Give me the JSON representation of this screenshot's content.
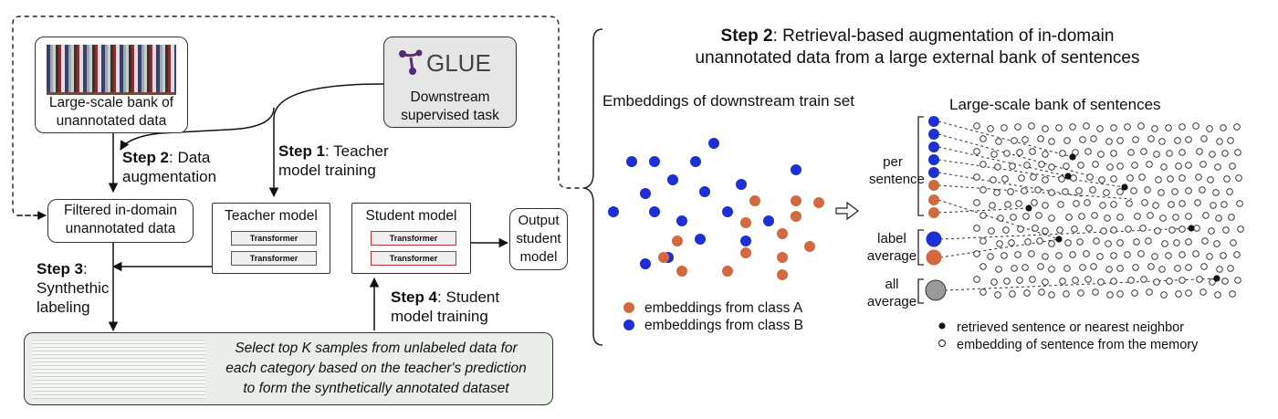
{
  "left": {
    "bank_label": [
      "Large-scale bank of",
      "unannotated data"
    ],
    "glue_logo": "GLUE",
    "downstream_label": [
      "Downstream",
      "supervised task"
    ],
    "step2": {
      "num": "Step 2",
      "text": ": Data",
      "text2": "augmentation"
    },
    "step1": {
      "num": "Step 1",
      "text": ": Teacher",
      "text2": "model training"
    },
    "filtered_label": [
      "Filtered in-domain",
      "unannotated data"
    ],
    "teacher_title": "Teacher model",
    "student_title": "Student model",
    "transformer": "Transformer",
    "output_label": [
      "Output",
      "student",
      "model"
    ],
    "step3": {
      "num": "Step 3",
      "text": ":",
      "text2": "Synthethic",
      "text3": "labeling"
    },
    "step4": {
      "num": "Step 4",
      "text": ": Student",
      "text2": "model training"
    },
    "select_text": [
      "Select top K samples from unlabeled data for",
      "each category based on the teacher's prediction",
      "to form the synthetically annotated dataset"
    ]
  },
  "right": {
    "title_bold": "Step 2",
    "title_rest": ": Retrieval-based augmentation of in-domain",
    "title_line2": "unannotated data from a large external bank of sentences",
    "emb_title": "Embeddings of downstream train set",
    "bank_title": "Large-scale bank of sentences",
    "per_sentence": [
      "per",
      "sentence"
    ],
    "label_average": [
      "label",
      "average"
    ],
    "all_average": [
      "all",
      "average"
    ],
    "legend_a": "embeddings from class A",
    "legend_b": "embeddings from class B",
    "legend_retrieved": "retrieved sentence or nearest neighbor",
    "legend_memory": "embedding of sentence from the memory",
    "colors": {
      "class_a": "#d2693f",
      "class_b": "#1e2fd6",
      "gray": "#9a9a9a"
    }
  }
}
